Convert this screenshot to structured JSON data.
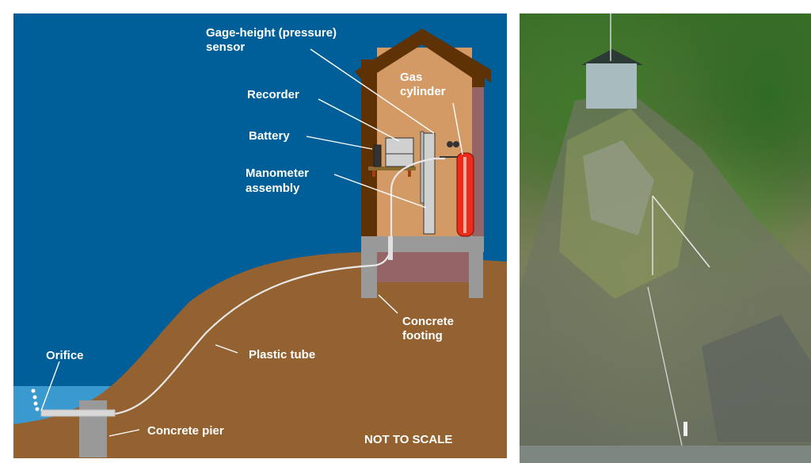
{
  "diagram": {
    "title": "Gage-height (pressure) sensor installation",
    "labels": {
      "sensor_line1": "Gage-height (pressure)",
      "sensor_line2": "sensor",
      "gas_line1": "Gas",
      "gas_line2": "cylinder",
      "recorder": "Recorder",
      "battery": "Battery",
      "manometer_line1": "Manometer",
      "manometer_line2": "assembly",
      "concrete_footing_line1": "Concrete",
      "concrete_footing_line2": "footing",
      "plastic_tube": "Plastic tube",
      "orifice": "Orifice",
      "concrete_pier": "Concrete pier",
      "scale_note": "NOT TO SCALE"
    },
    "colors": {
      "sky": "#005f99",
      "water": "#3a9ad0",
      "ground": "#946231",
      "house_wall": "#d39a66",
      "house_frame": "#5e3205",
      "concrete": "#999999",
      "crawlspace": "#956465",
      "cylinder": "#ee2a1a"
    }
  },
  "photo": {
    "description": "Photograph of a gage house on a rocky, vegetated hillside above a river with plastic tube running down the slope"
  }
}
